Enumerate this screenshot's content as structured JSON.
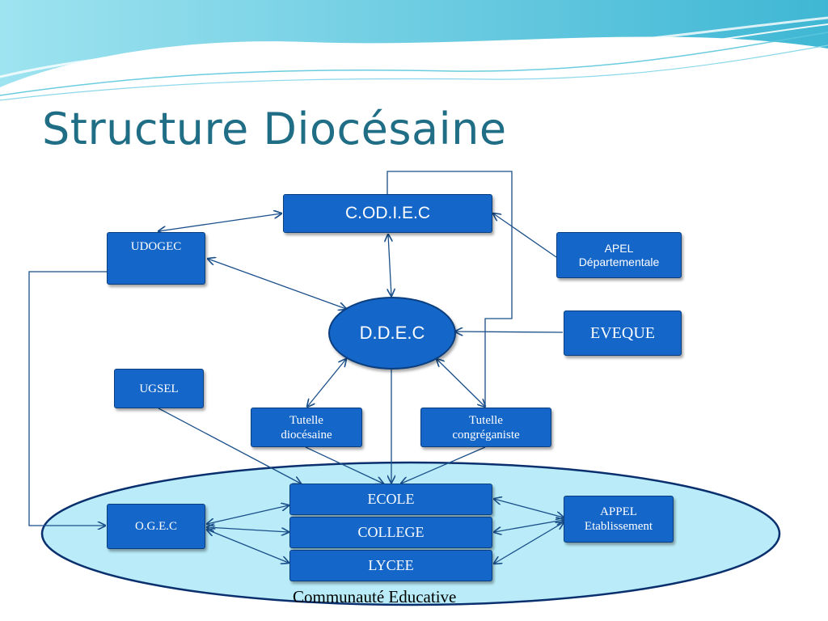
{
  "slide": {
    "title": "Structure Diocésaine",
    "colors": {
      "title": "#1f6e86",
      "box": "#1466c8",
      "community_ellipse": "#b9ecf8",
      "arrow": "#1a4f8a"
    }
  },
  "nodes": {
    "codiec": "C.OD.I.E.C",
    "udogec": "UDOGEC",
    "apel_departementale": [
      "APEL",
      "Départementale"
    ],
    "ddec": "D.D.E.C",
    "eveque": "EVEQUE",
    "ugsel": "UGSEL",
    "tutelle_diocesaine": [
      "Tutelle",
      "diocésaine"
    ],
    "tutelle_congreganiste": [
      "Tutelle",
      "congréganiste"
    ],
    "ecole": "ECOLE",
    "college": "COLLEGE",
    "lycee": "LYCEE",
    "ogec": "O.G.E.C",
    "appel_etablissement": [
      "APPEL",
      "Etablissement"
    ]
  },
  "community": {
    "label": "Communauté Educative"
  }
}
